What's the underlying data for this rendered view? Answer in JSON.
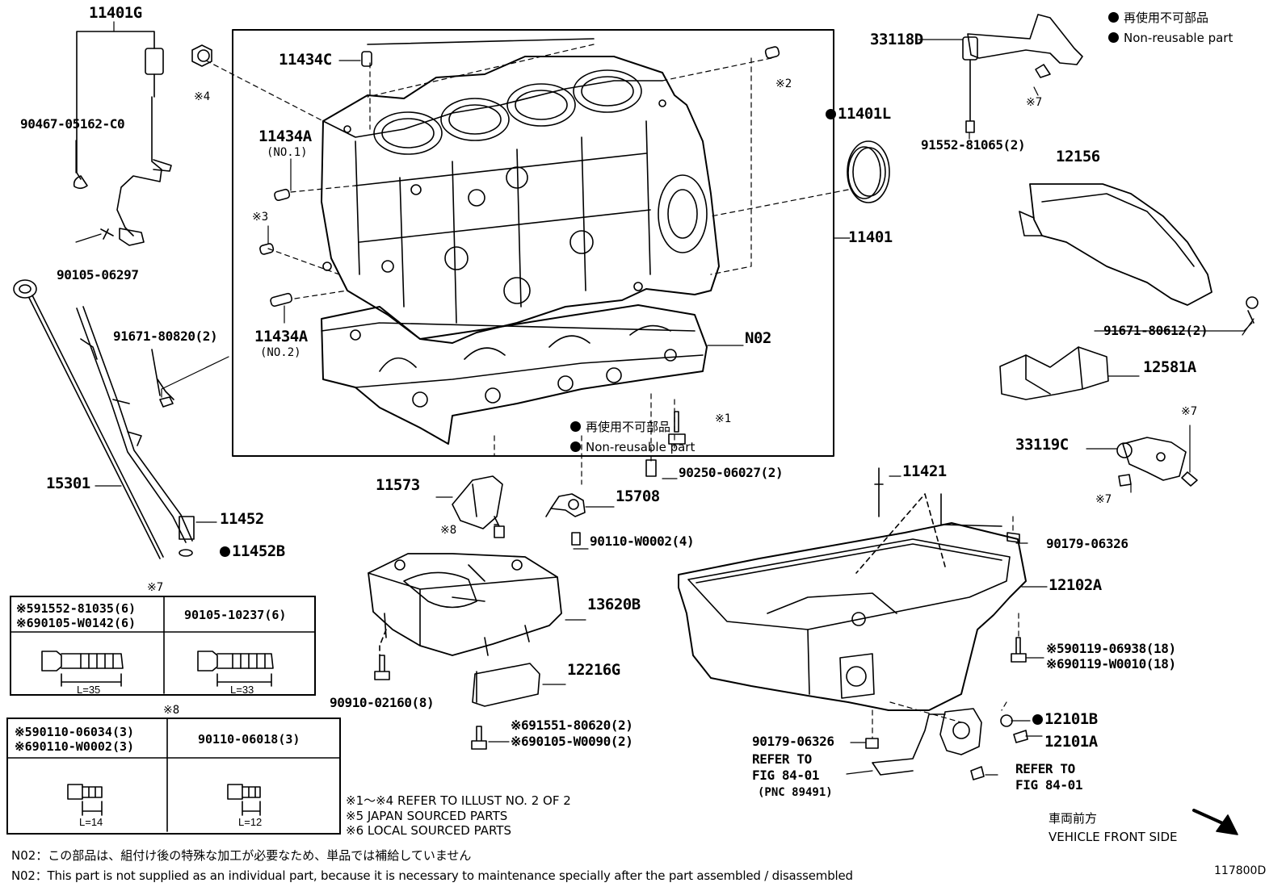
{
  "legend": {
    "non_reusable_jp": "再使用不可部品",
    "non_reusable_en": "Non-reusable part"
  },
  "center_legend": {
    "non_reusable_jp": "再使用不可部品",
    "non_reusable_en": "Non-reusable part"
  },
  "labels": {
    "p11401G": "11401G",
    "p90467": "90467-05162-C0",
    "p90105_06297": "90105-06297",
    "p11434C": "11434C",
    "p11434A_no1": "11434A",
    "p11434A_no1_sub": "(NO.1)",
    "p11434A_no2": "11434A",
    "p11434A_no2_sub": "(NO.2)",
    "ref1": "※1",
    "ref2": "※2",
    "ref3": "※3",
    "ref4": "※4",
    "p91671_80820": "91671-80820(2)",
    "p15301": "15301",
    "p11452": "11452",
    "p11452B": "11452B",
    "p33118D": "33118D",
    "ref7_a": "※7",
    "p91552_81065": "91552-81065(2)",
    "p11401L": "11401L",
    "p11401": "11401",
    "p12156": "12156",
    "p91671_80612": "91671-80612(2)",
    "p12581A": "12581A",
    "ref7_b": "※7",
    "p33119C": "33119C",
    "ref7_c": "※7",
    "pN02": "N02",
    "p11573": "11573",
    "p15708": "15708",
    "p90250": "90250-06027(2)",
    "ref8": "※8",
    "p90110_W0002": "90110-W0002(4)",
    "p13620B": "13620B",
    "p12216G": "12216G",
    "p90910": "90910-02160(8)",
    "p91551": "※691551-80620(2)",
    "p90105_W0090": "※690105-W0090(2)",
    "p11421": "11421",
    "p90179_a": "90179-06326",
    "p12102A": "12102A",
    "p90119_06938": "※590119-06938(18)",
    "p90119_W0010": "※690119-W0010(18)",
    "p12101B": "12101B",
    "p12101A": "12101A",
    "p90179_b": "90179-06326",
    "refer_to_a": "REFER TO",
    "fig_a": "FIG 84-01",
    "pnc": "(PNC 89491)",
    "refer_to_b": "REFER TO",
    "fig_b": "FIG 84-01"
  },
  "table7": {
    "mark": "※7",
    "left_line1": "※591552-81035(6)",
    "left_line2": "※690105-W0142(6)",
    "right_line1": "90105-10237(6)",
    "left_len": "L=35",
    "right_len": "L=33"
  },
  "table8": {
    "mark": "※8",
    "left_line1": "※590110-06034(3)",
    "left_line2": "※690110-W0002(3)",
    "right_line1": "90110-06018(3)",
    "left_len": "L=14",
    "right_len": "L=12"
  },
  "footnotes": {
    "refer": "※1～※4  REFER TO ILLUST NO. 2 OF 2",
    "japan": "※5 JAPAN SOURCED PARTS",
    "local": "※6 LOCAL SOURCED PARTS",
    "n02_jp": "N02：この部品は、組付け後の特殊な加工が必要なため、単品では補給していません",
    "n02_en": "N02：This part is not supplied as an individual part, because it is necessary to maintenance specially after the part assembled / disassembled"
  },
  "front": {
    "jp": "車両前方",
    "en": "VEHICLE FRONT SIDE"
  },
  "figure_id": "117800D"
}
